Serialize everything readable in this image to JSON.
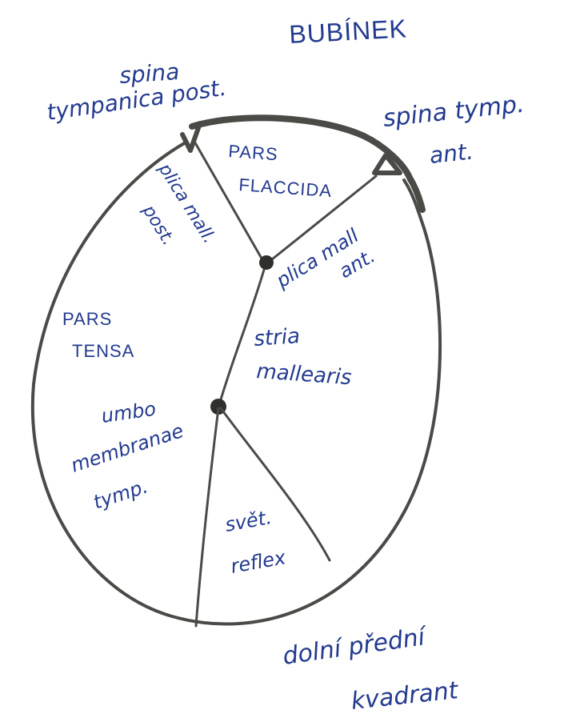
{
  "title": "BUBÍNEK",
  "labels": {
    "spina_post_line1": "spina",
    "spina_post_line2": "tympanica post.",
    "spina_ant_line1": "spina tymp.",
    "spina_ant_line2": "ant.",
    "pars_flaccida_line1": "PARS",
    "pars_flaccida_line2": "FLACCIDA",
    "plica_post_line1": "plica mall.",
    "plica_post_line2": "post.",
    "plica_ant_line1": "plica mall",
    "plica_ant_line2": "ant.",
    "pars_tensa_line1": "PARS",
    "pars_tensa_line2": "TENSA",
    "stria_line1": "stria",
    "stria_line2": "mallearis",
    "umbo_line1": "umbo",
    "umbo_line2": "membranae",
    "umbo_line3": "tymp.",
    "reflex_line1": "svět.",
    "reflex_line2": "reflex",
    "quadrant_line1": "dolní přední",
    "quadrant_line2": "kvadrant"
  },
  "colors": {
    "ink": "#233a8f",
    "pencil": "#4a4a46",
    "paper": "#ffffff"
  }
}
